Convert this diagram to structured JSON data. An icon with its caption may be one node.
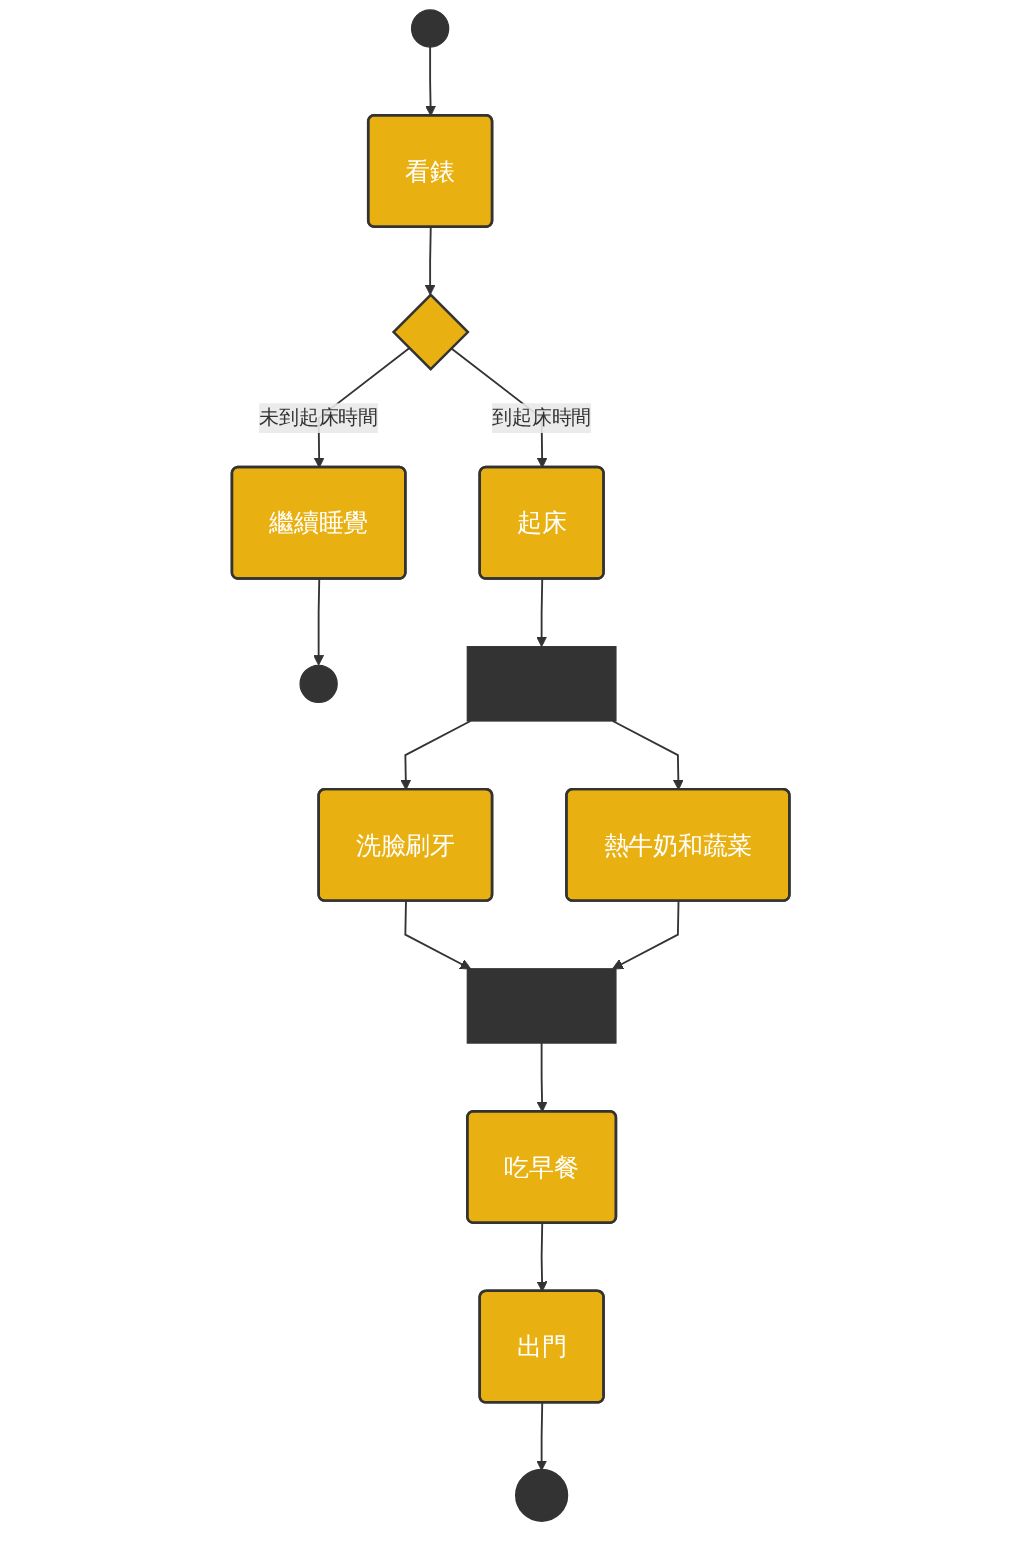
{
  "diagram": {
    "nodes": [
      {
        "text": [],
        "shape": "circle"
      },
      {
        "text": [
          "看錶"
        ]
      },
      {
        "text": [],
        "shape": "diamond"
      },
      {
        "text": [
          "繼續睡覺"
        ]
      },
      {
        "text": [],
        "shape": "circle"
      },
      {
        "text": [
          "起床"
        ]
      },
      {
        "text": [],
        "shape": "bar"
      },
      {
        "text": [
          "洗臉刷牙"
        ]
      },
      {
        "text": [
          "熱牛奶和蔬菜"
        ]
      },
      {
        "text": [],
        "shape": "bar"
      },
      {
        "text": [
          "吃早餐"
        ]
      },
      {
        "text": [
          "出門"
        ]
      },
      {
        "text": [],
        "shape": "bullseye"
      }
    ],
    "edges": [
      {
        "from": 0,
        "to": 1,
        "arrow": "to"
      },
      {
        "from": 1,
        "to": 2,
        "arrow": "to"
      },
      {
        "from": 2,
        "to": 3,
        "arrow": "to",
        "label": "未到起床時間"
      },
      {
        "from": 2,
        "to": 5,
        "arrow": "to",
        "label": "到起床時間"
      },
      {
        "from": 3,
        "to": 4,
        "arrow": "to"
      },
      {
        "from": 5,
        "to": 6,
        "arrow": "to"
      },
      {
        "from": 6,
        "to": 7,
        "arrow": "to"
      },
      {
        "from": 6,
        "to": 8,
        "arrow": "to"
      },
      {
        "from": 7,
        "to": 9,
        "arrow": "to"
      },
      {
        "from": 8,
        "to": 9,
        "arrow": "to"
      },
      {
        "from": 9,
        "to": 10,
        "arrow": "to"
      },
      {
        "from": 10,
        "to": 11,
        "arrow": "to"
      },
      {
        "from": 11,
        "to": 12,
        "arrow": "to"
      }
    ]
  }
}
